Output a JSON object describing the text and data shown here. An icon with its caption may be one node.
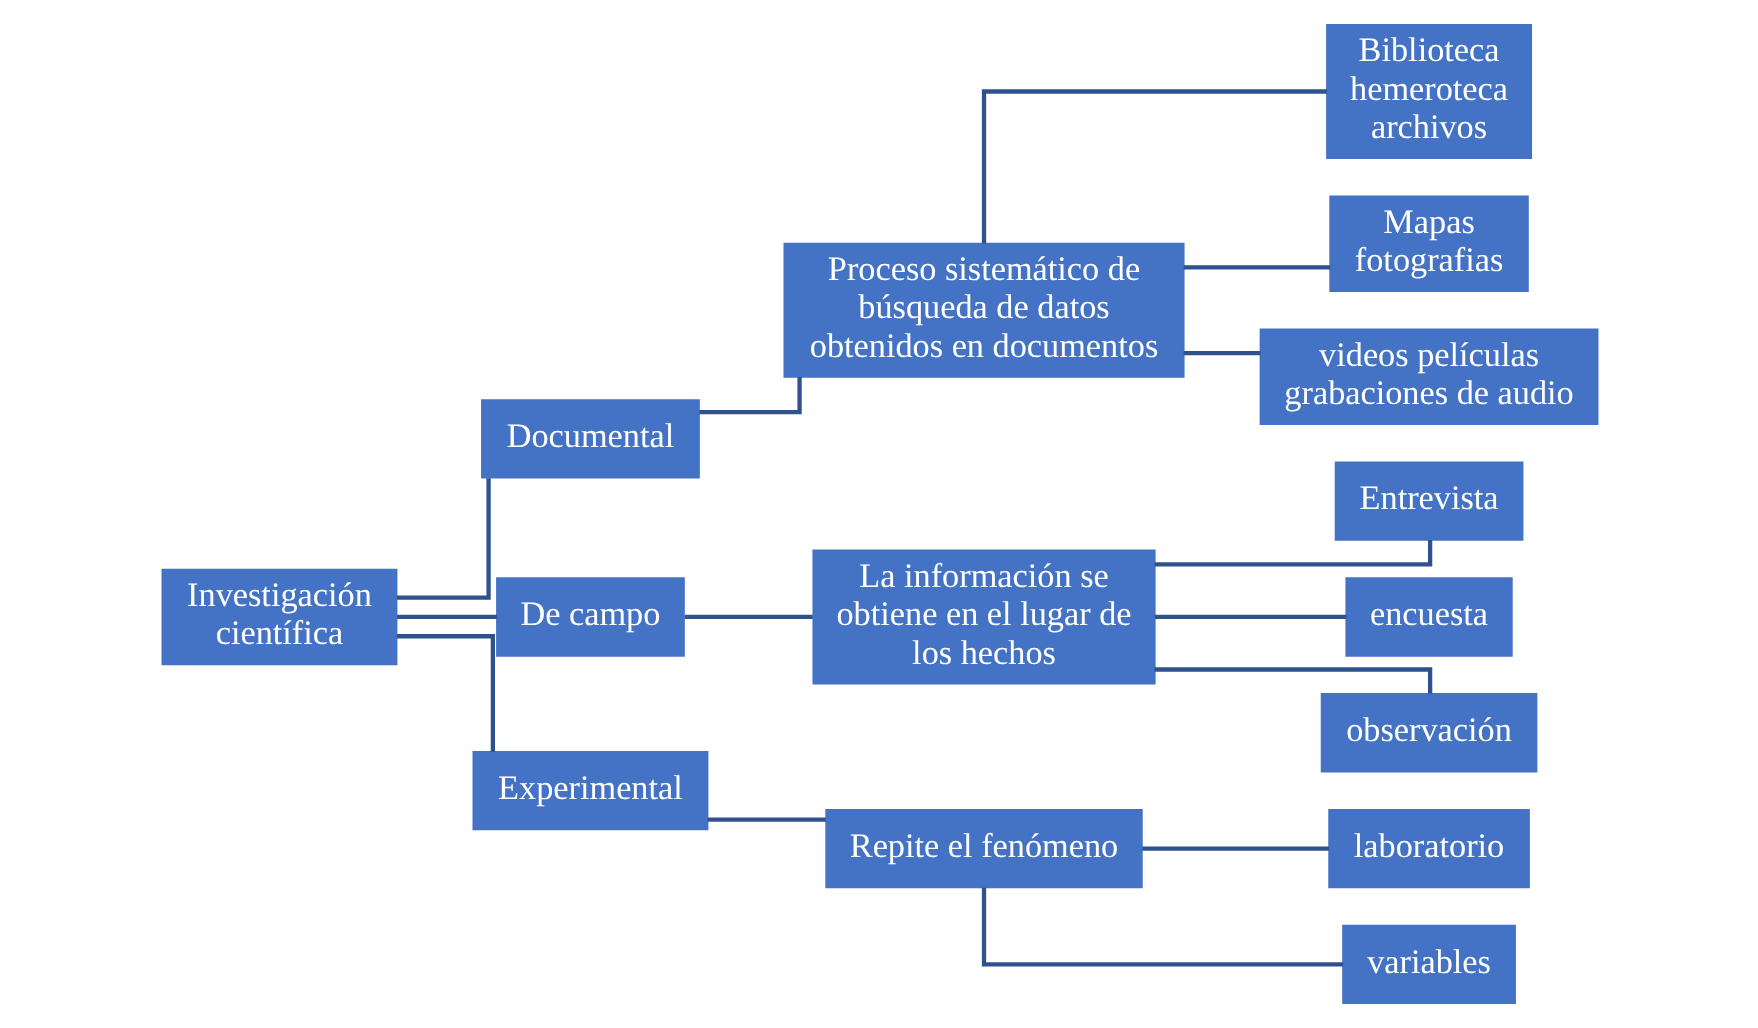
{
  "diagram": {
    "nodes": [
      {
        "text": [
          "Investigación científica"
        ]
      },
      {
        "text": [
          "Documental"
        ]
      },
      {
        "text": [
          "Proceso sistemático de búsqueda de datos obtenidos en documentos"
        ]
      },
      {
        "text": [
          "Biblioteca hemeroteca archivos"
        ]
      },
      {
        "text": [
          "Mapas fotografias"
        ]
      },
      {
        "text": [
          "videos películas grabaciones de audio"
        ]
      },
      {
        "text": [
          "De campo"
        ]
      },
      {
        "text": [
          "La información se obtiene en el lugar de los hechos"
        ]
      },
      {
        "text": [
          "Entrevista"
        ]
      },
      {
        "text": [
          "encuesta"
        ]
      },
      {
        "text": [
          "observación"
        ]
      },
      {
        "text": [
          "Experimental"
        ]
      },
      {
        "text": [
          "Repite el fenómeno"
        ]
      },
      {
        "text": [
          "laboratorio"
        ]
      },
      {
        "text": [
          "variables"
        ]
      }
    ],
    "edges": [
      {
        "from": 0,
        "to": 1,
        "arrow": "none"
      },
      {
        "from": 0,
        "to": 6,
        "arrow": "none"
      },
      {
        "from": 0,
        "to": 11,
        "arrow": "none"
      },
      {
        "from": 1,
        "to": 2,
        "arrow": "none"
      },
      {
        "from": 2,
        "to": 3,
        "arrow": "none"
      },
      {
        "from": 2,
        "to": 4,
        "arrow": "none"
      },
      {
        "from": 2,
        "to": 5,
        "arrow": "none"
      },
      {
        "from": 6,
        "to": 7,
        "arrow": "none"
      },
      {
        "from": 7,
        "to": 8,
        "arrow": "none"
      },
      {
        "from": 7,
        "to": 9,
        "arrow": "none"
      },
      {
        "from": 7,
        "to": 10,
        "arrow": "none"
      },
      {
        "from": 11,
        "to": 12,
        "arrow": "none"
      },
      {
        "from": 12,
        "to": 13,
        "arrow": "none"
      },
      {
        "from": 12,
        "to": 14,
        "arrow": "none"
      }
    ]
  }
}
